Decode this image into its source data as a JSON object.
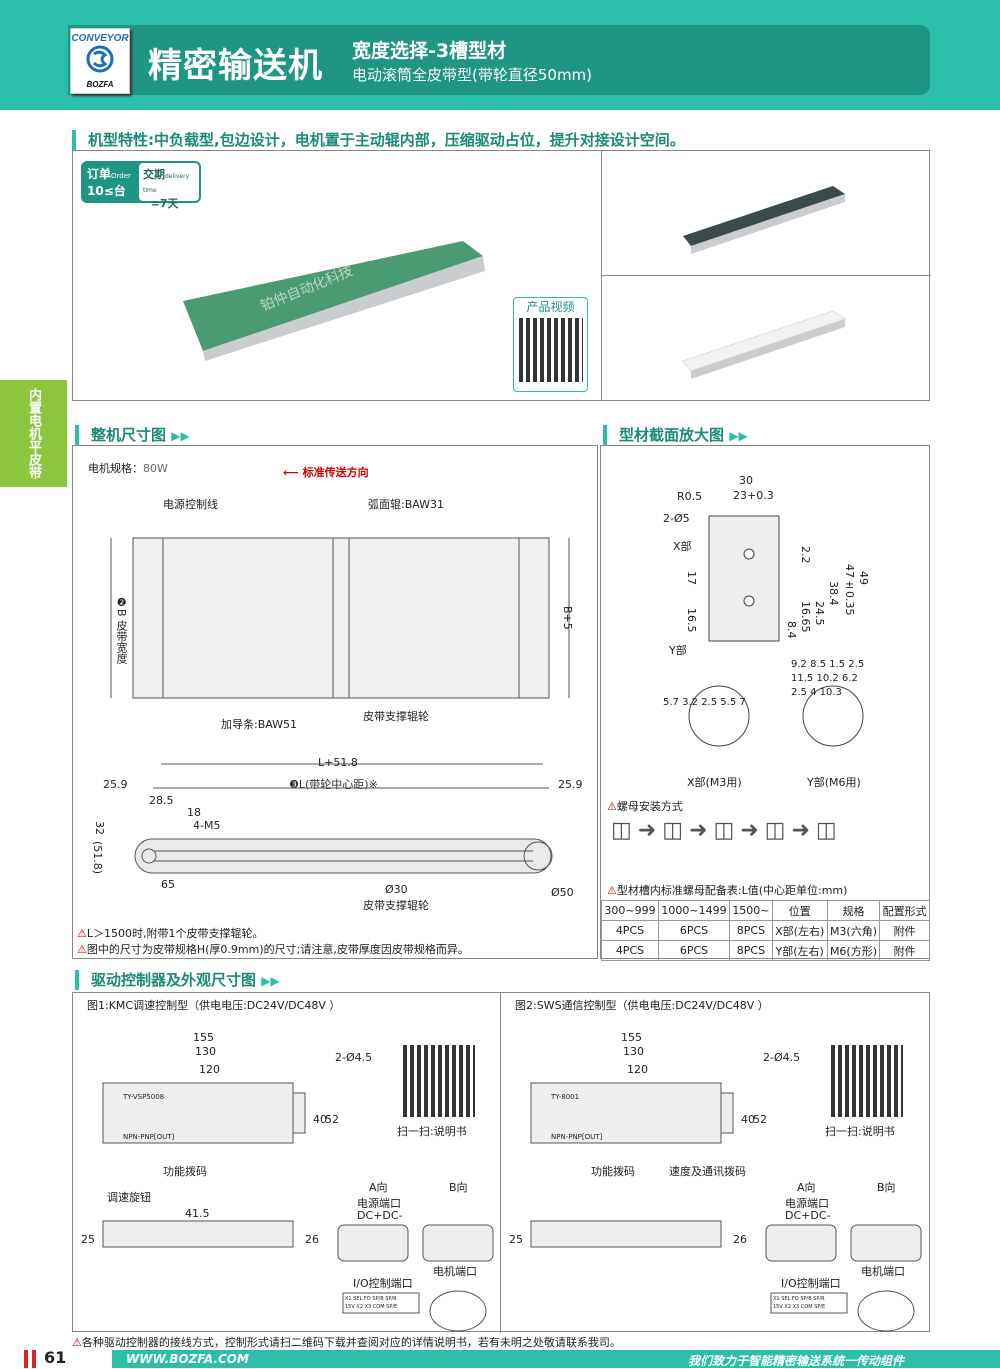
{
  "header": {
    "logo_top": "CONVEYOR",
    "logo_bottom": "BOZFA",
    "title": "精密输送机",
    "subtitle1": "宽度选择-3槽型材",
    "subtitle2": "电动滚筒全皮带型(带轮直径50mm)"
  },
  "side_tab": "内置电机平皮带",
  "features": {
    "heading": "机型特性:中负载型,包边设计，电机置于主动辊内部，压缩驱动占位，提升对接设计空间。",
    "order_label": "订单",
    "order_en": "Order",
    "order_value": "10≤台",
    "delivery_label": "交期",
    "delivery_en": "delivery time",
    "delivery_value": "=7天",
    "video_label": "产品视频",
    "watermark": "铂仲自动化科技"
  },
  "dimensions": {
    "heading": "整机尺寸图",
    "motor_spec_label": "电机规格：",
    "motor_spec_value": "80W",
    "direction": "标准传送方向",
    "power_line": "电源控制线",
    "arc_roller": "弧面辊:BAW31",
    "guide_strip": "加导条:BAW51",
    "support_roller": "皮带支撑辊轮",
    "belt_width": "❷B 皮带宽度",
    "b_plus": "B+5",
    "l_total": "L+51.8",
    "l_center": "❸L(带轮中心距)※",
    "d25_9": "25.9",
    "d28_5": "28.5",
    "d18": "18",
    "m5": "4-M5",
    "d32": "32",
    "d51_8": "(51.8)",
    "d65": "65",
    "d30": "Ø30",
    "d50": "Ø50",
    "support_roller2": "皮带支撑辊轮",
    "note1": "L＞1500时,附带1个皮带支撑辊轮。",
    "note2": "图中的尺寸为皮带规格H(厚0.9mm)的尺寸;请注意,皮带厚度因皮带规格而异。"
  },
  "profile": {
    "heading": "型材截面放大图",
    "dims": [
      "30",
      "23+0.3",
      "R0.5",
      "2-Ø5",
      "X部",
      "Y部",
      "17",
      "16.5",
      "2.2",
      "38.4",
      "47±0.35",
      "49",
      "24.5",
      "16.65",
      "8.4"
    ],
    "x_dims": [
      "5.7",
      "3.2",
      "2.5",
      "5.5",
      "7"
    ],
    "y_dims": [
      "9.2",
      "8.5",
      "1.5",
      "2.5",
      "11.5",
      "10.2",
      "6.2",
      "2.5",
      "4",
      "10.3"
    ],
    "x_label": "X部(M3用)",
    "y_label": "Y部(M6用)",
    "nut_install": "螺母安装方式",
    "table_title": "型材槽内标准螺母配备表:L值(中心距单位:mm)",
    "table": {
      "headers": [
        "300~999",
        "1000~1499",
        "1500~",
        "位置",
        "规格",
        "配置形式"
      ],
      "rows": [
        [
          "4PCS",
          "6PCS",
          "8PCS",
          "X部(左右)",
          "M3(六角)",
          "附件"
        ],
        [
          "4PCS",
          "6PCS",
          "8PCS",
          "Y部(左右)",
          "M6(方形)",
          "附件"
        ]
      ]
    }
  },
  "controllers": {
    "heading": "驱动控制器及外观尺寸图",
    "items": [
      {
        "title": "图1:KMC调速控制型（供电电压:DC24V/DC48V ）",
        "d155": "155",
        "d130": "130",
        "d120": "120",
        "holes": "2-Ø4.5",
        "d40": "40",
        "d52": "52",
        "scan": "扫一扫:说明书",
        "dip": "功能拨码",
        "dip2": "",
        "knob": "调速旋钮",
        "d25": "25",
        "d41": "41.5",
        "d26": "26",
        "a_dir": "A向",
        "b_dir": "B向",
        "power_port": "电源端口",
        "dc": "DC+DC-",
        "io_port": "I/O控制端口",
        "motor_port": "电机端口",
        "npn": "NPN-PNP[OUT]",
        "model": "TY-VSP5008"
      },
      {
        "title": "图2:SWS通信控制型（供电电压:DC24V/DC48V ）",
        "d155": "155",
        "d130": "130",
        "d120": "120",
        "holes": "2-Ø4.5",
        "d40": "40",
        "d52": "52",
        "scan": "扫一扫:说明书",
        "dip": "功能拨码",
        "dip2": "速度及通讯拨码",
        "knob": "",
        "d25": "25",
        "d41": "",
        "d26": "26",
        "a_dir": "A向",
        "b_dir": "B向",
        "power_port": "电源端口",
        "dc": "DC+DC-",
        "io_port": "I/O控制端口",
        "motor_port": "电机端口",
        "npn": "NPN-PNP[OUT]",
        "model": "TY-8001"
      }
    ],
    "io_row1": [
      "X1",
      "SEL",
      "FO",
      "SP/B",
      "SP/R"
    ],
    "io_row2": [
      "15V",
      "X2",
      "X3",
      "COM",
      "SP/E"
    ]
  },
  "footer": {
    "note": "各种驱动控制器的接线方式，控制形式请扫二维码下载并查阅对应的详情说明书，若有未明之处敬请联系我司。",
    "page": "61",
    "url": "WWW.BOZFA.COM",
    "slogan": "我们致力于智能精密输送系统一传动组件"
  },
  "colors": {
    "teal": "#2bbfa9",
    "dark_teal": "#1f9583",
    "green": "#8cc63f",
    "belt_green": "#4a9a72",
    "warn": "#cc0000"
  }
}
